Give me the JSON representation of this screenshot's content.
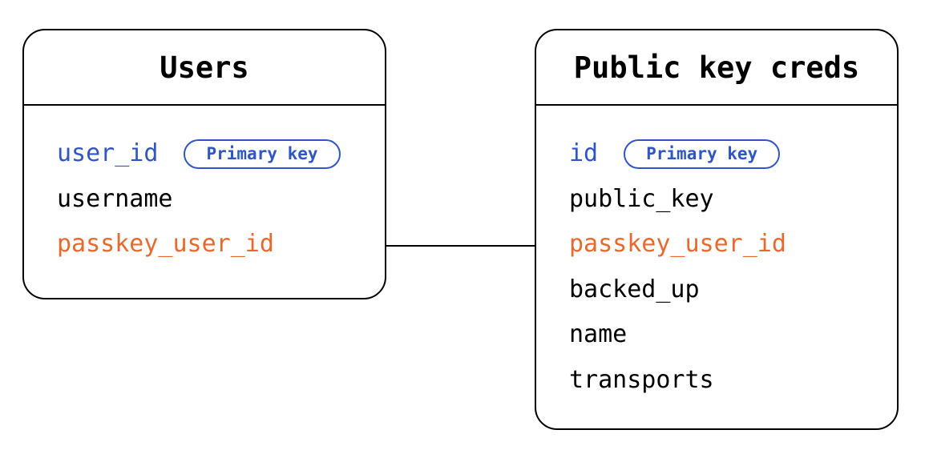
{
  "colors": {
    "primary_key": "#3056c4",
    "foreign_key": "#e8692e",
    "regular": "#000000",
    "border": "#000000"
  },
  "tables": {
    "users": {
      "title": "Users",
      "fields": [
        {
          "name": "user_id",
          "role": "primary_key",
          "badge": "Primary key"
        },
        {
          "name": "username",
          "role": "regular"
        },
        {
          "name": "passkey_user_id",
          "role": "foreign_key"
        }
      ]
    },
    "creds": {
      "title": "Public key creds",
      "fields": [
        {
          "name": "id",
          "role": "primary_key",
          "badge": "Primary key"
        },
        {
          "name": "public_key",
          "role": "regular"
        },
        {
          "name": "passkey_user_id",
          "role": "foreign_key"
        },
        {
          "name": "backed_up",
          "role": "regular"
        },
        {
          "name": "name",
          "role": "regular"
        },
        {
          "name": "transports",
          "role": "regular"
        }
      ]
    }
  },
  "relationship": {
    "from": "users.passkey_user_id",
    "to": "creds.passkey_user_id"
  }
}
